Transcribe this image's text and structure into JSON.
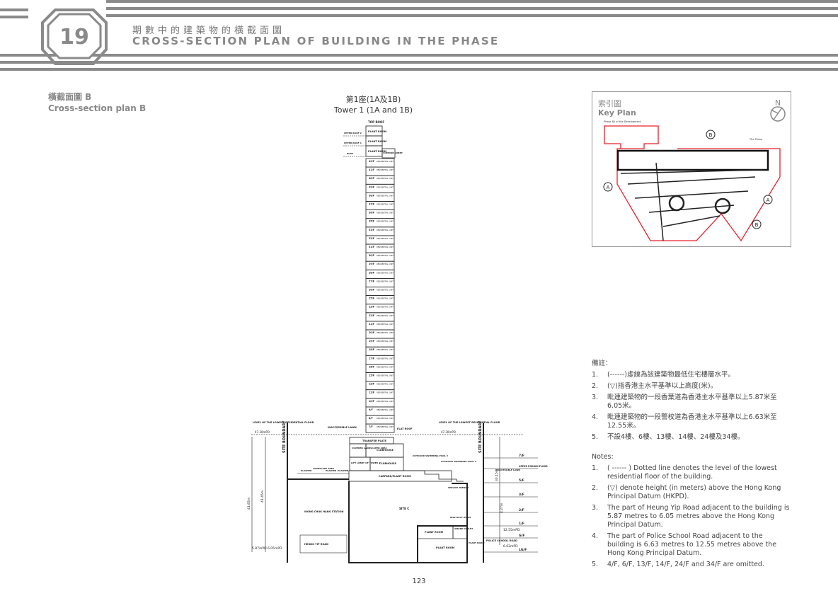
{
  "header": {
    "chapter_number": "19",
    "title_zh": "期數中的建築物的橫截面圖",
    "title_en": "CROSS-SECTION PLAN OF BUILDING IN THE PHASE"
  },
  "section": {
    "title_zh": "橫截面圖 B",
    "title_en": "Cross-section plan B"
  },
  "tower": {
    "title_zh": "第1座(1A及1B)",
    "title_en": "Tower 1 (1A and 1B)"
  },
  "drawing": {
    "roof_labels": [
      "TOP ROOF",
      "UPPER ROOF 2",
      "UPPER ROOF 1",
      "ROOF"
    ],
    "plant_room": "PLANT ROOM",
    "common_lobby": "COMMON LOBBY",
    "floors": [
      "42/F",
      "41/F",
      "40/F",
      "39/F",
      "38/F",
      "37/F",
      "36/F",
      "35/F",
      "33/F",
      "32/F",
      "31/F",
      "30/F",
      "29/F",
      "28/F",
      "27/F",
      "26/F",
      "25/F",
      "23/F",
      "22/F",
      "21/F",
      "20/F",
      "19/F",
      "18/F",
      "17/F",
      "16/F",
      "15/F",
      "12/F",
      "11/F",
      "10/F",
      "9/F",
      "8/F",
      "7/F"
    ],
    "residential_unit": "RESIDENTIAL UNIT",
    "flat_roof": "FLAT ROOF",
    "lowest_floor_label": "LEVEL OF THE LOWEST RESIDENTIAL FLOOR",
    "lowest_level_left": "47.30mPD",
    "lowest_level_right": "47.30mPD",
    "inaccessible_lawn": "INACCESSIBLE LAWN",
    "transfer_plate": "TRANSFER PLATE",
    "covered_landscaped_area": "COVERED LANDSCAPED AREA",
    "clubhouse": "CLUBHOUSE",
    "lift_lobby": "LIFT LOBBY OF TOWER 1",
    "pool3": "OUTDOOR SWIMMING POOL 3",
    "pool1": "OUTDOOR SWIMMING POOL 1",
    "carpark": "CARPARK/PLANT ROOM",
    "planter": "PLANTER",
    "landscape_area": "LANDSCAPE AREA",
    "site_boundary": "SITE BOUNDARY",
    "station": "WONG CHUK HANG STATION",
    "site_c": "SITE C",
    "service_trench": "SERVICE TRENCH",
    "rise_duct": "RISE DUCT ROOM",
    "plant_room_lower": "PLANT ROOM",
    "smoke_outlet": "SMOKE OUTLET",
    "heung_yip_road": "HEUNG YIP ROAD",
    "police_school_road": "POLICE SCHOOL ROAD",
    "dim_left_1": "41.85m",
    "dim_left_2": "41.45m",
    "dim_right_1": "30.15m",
    "dim_right_2": "4.27m",
    "level_hy_1": "5.87mPD",
    "level_hy_2": "6.05mPD",
    "level_ps_1": "12.55mPD",
    "level_ps_2": "6.63mPD",
    "right_levels": [
      "7/F",
      "UPPER PODIUM FLOOR",
      "5/F",
      "3/F",
      "2/F",
      "1/F",
      "G/F",
      "LG/F"
    ],
    "upper_podium": "UPPER PODIUM FLOOR"
  },
  "key_plan": {
    "title_zh": "索引圖",
    "title_en": "Key Plan",
    "north": "N",
    "phase_6a": "Phase 6A of the Development",
    "the_phase": "The Phase",
    "markers": [
      "A",
      "A",
      "B",
      "B"
    ],
    "boundary_color": "#e8202a"
  },
  "notes_zh": {
    "heading": "備註：",
    "items": [
      {
        "n": "1.",
        "t": "(------)虛線為該建築物最低住宅樓層水平。"
      },
      {
        "n": "2.",
        "t": "(▽)指香港主水平基準以上高度(米)。"
      },
      {
        "n": "3.",
        "t": "毗連建築物的一段香葉道為香港主水平基準以上5.87米至6.05米。"
      },
      {
        "n": "4.",
        "t": "毗連建築物的一段警校道為香港主水平基準以上6.63米至12.55米。"
      },
      {
        "n": "5.",
        "t": "不設4樓、6樓、13樓、14樓、24樓及34樓。"
      }
    ]
  },
  "notes_en": {
    "heading": "Notes:",
    "items": [
      {
        "n": "1.",
        "t": "( ------ ) Dotted line denotes the level of the lowest residential floor of the building."
      },
      {
        "n": "2.",
        "t": "(▽) denote height (in meters) above the Hong Kong Principal Datum (HKPD)."
      },
      {
        "n": "3.",
        "t": "The part of Heung Yip Road adjacent to the building is 5.87 metres to 6.05 metres above the Hong Kong Principal Datum."
      },
      {
        "n": "4.",
        "t": "The part of Police School Road adjacent to the building is 6.63 metres to 12.55 metres above the Hong Kong Principal Datum."
      },
      {
        "n": "5.",
        "t": "4/F, 6/F, 13/F, 14/F, 24/F and 34/F are omitted."
      }
    ]
  },
  "page_number": "123"
}
